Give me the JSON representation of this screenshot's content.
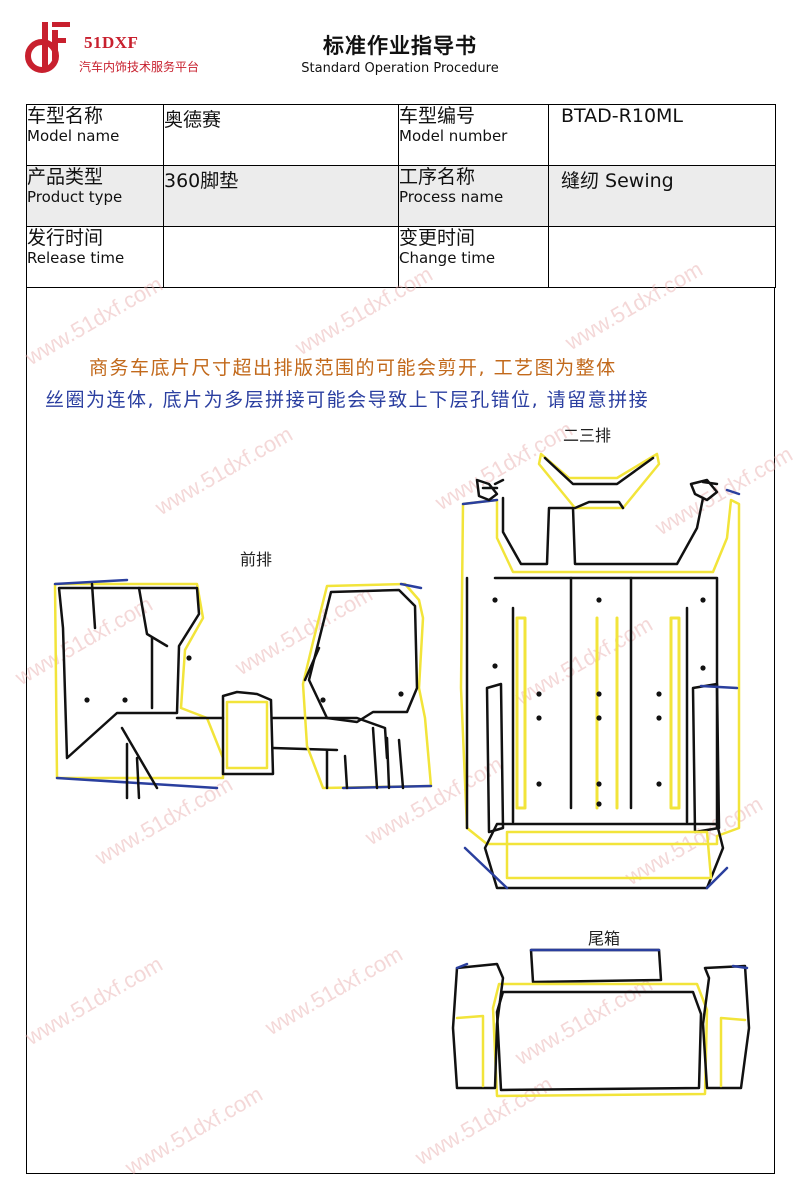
{
  "header": {
    "brand_name": "51DXF",
    "brand_tagline": "汽车内饰技术服务平台",
    "title": "标准作业指导书",
    "subtitle": "Standard Operation Procedure"
  },
  "info": {
    "model_name_zh": "车型名称",
    "model_name_en": "Model name",
    "model_name_value": "奥德赛",
    "model_number_zh": "车型编号",
    "model_number_en": "Model number",
    "model_number_value": "BTAD-R10ML",
    "product_type_zh": "产品类型",
    "product_type_en": "Product type",
    "product_type_value": "360脚垫",
    "process_name_zh": "工序名称",
    "process_name_en": "Process name",
    "process_name_value": "缝纫 Sewing",
    "release_time_zh": "发行时间",
    "release_time_en": "Release time",
    "release_time_value": "",
    "change_time_zh": "变更时间",
    "change_time_en": "Change time",
    "change_time_value": ""
  },
  "content": {
    "note_line1": "商务车底片尺寸超出排版范围的可能会剪开, 工艺图为整体",
    "note_line2": "丝圈为连体, 底片为多层拼接可能会导致上下层孔错位, 请留意拼接",
    "label_second_third_row": "二三排",
    "label_front_row": "前排",
    "label_trunk": "尾箱",
    "watermark": "www.51dxf.com"
  },
  "colors": {
    "brand_red": "#c8202e",
    "note_orange": "#c2691b",
    "note_blue": "#2b3fa0",
    "outline_yellow": "#f2e43a",
    "outline_blue": "#2a3f9e",
    "outline_black": "#111111",
    "watermark_pink": "#e7a9a9"
  }
}
